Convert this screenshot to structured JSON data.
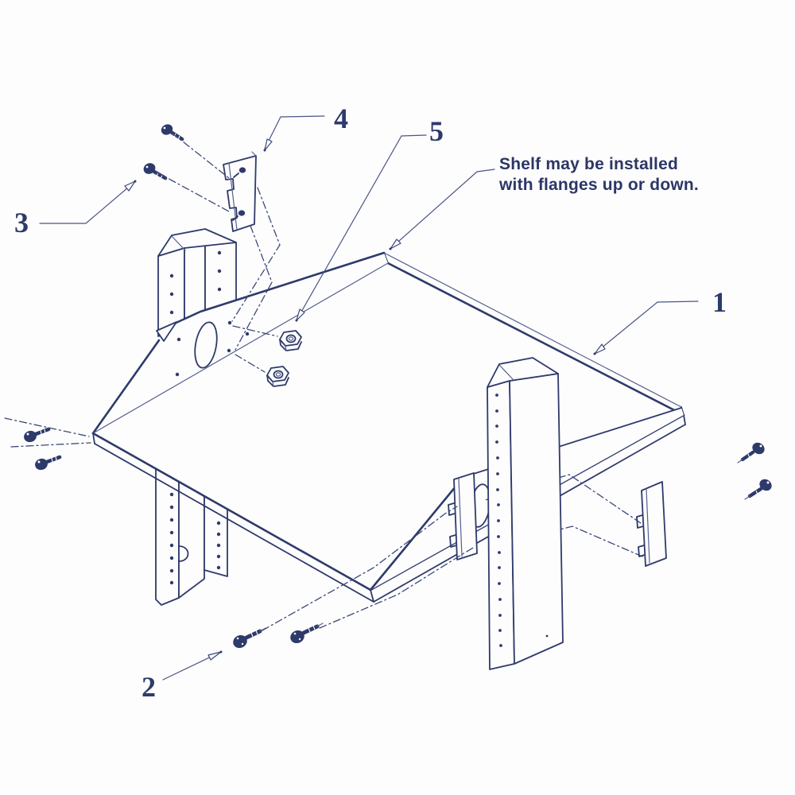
{
  "note": {
    "line1": "Shelf may be installed",
    "line2": "with flanges up or down."
  },
  "callouts": {
    "c1": "1",
    "c2": "2",
    "c3": "3",
    "c4": "4",
    "c5": "5"
  },
  "parts": {
    "c1_target": "shelf",
    "c2_target": "front-screws",
    "c3_target": "rear-screws",
    "c4_target": "clip-bracket",
    "c5_target": "nuts"
  },
  "colors": {
    "ink": "#2e3a6a",
    "ink_light": "#565f8c",
    "background": "#fdfdfe"
  }
}
